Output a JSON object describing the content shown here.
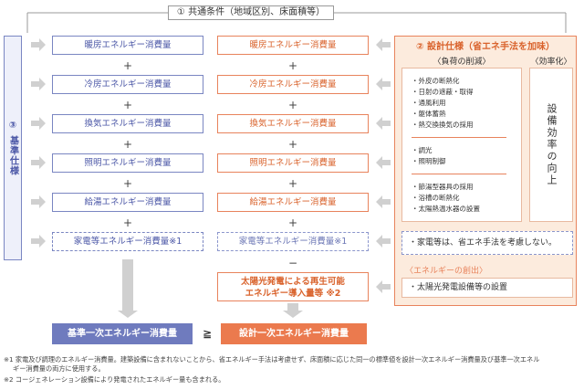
{
  "common_conditions": "① 共通条件（地域区別、床面積等）",
  "standard_spec_label": "③ 基準仕様",
  "design_spec": {
    "title": "② 設計仕様（省エネ手法を加味）",
    "load_reduction_header": "〈負荷の削減〉",
    "efficiency_header": "〈効率化〉",
    "load_items_group1": [
      "・外皮の断熱化",
      "・日射の遮蔽・取得",
      "・通風利用",
      "・躯体蓄熱",
      "・熱交換換気の採用"
    ],
    "load_items_group2": [
      "・調光",
      "・照明制御"
    ],
    "load_items_group3": [
      "・節湯型器具の採用",
      "・浴槽の断熱化",
      "・太陽熱温水器の設置"
    ],
    "efficiency_text": "設備効率の向上",
    "appliances_note": "・家電等は、省エネ手法を考慮しない。",
    "energy_creation_header": "〈エネルギーの創出〉",
    "energy_creation_item": "・太陽光発電設備等の設置"
  },
  "standard_column": {
    "items": [
      "暖房エネルギー消費量",
      "冷房エネルギー消費量",
      "換気エネルギー消費量",
      "照明エネルギー消費量",
      "給湯エネルギー消費量",
      "家電等エネルギー消費量※1"
    ],
    "total": "基準一次エネルギー消費量"
  },
  "design_column": {
    "items": [
      "暖房エネルギー消費量",
      "冷房エネルギー消費量",
      "換気エネルギー消費量",
      "照明エネルギー消費量",
      "給湯エネルギー消費量",
      "家電等エネルギー消費量※1"
    ],
    "solar_line1": "太陽光発電による再生可能",
    "solar_line2": "エネルギー導入量等 ※2",
    "total": "設計一次エネルギー消費量"
  },
  "operators": {
    "plus": "+",
    "minus": "−",
    "geq": "≧"
  },
  "notes": {
    "note1_line1": "※1 家電及び調理のエネルギー消費量。建築設備に含まれないことから、省エネルギー手法は考慮せず、床面積に応じた同一の標準値を設計一次エネルギー消費量及び基準一次エネル",
    "note1_line2": "ギー消費量の両方に使用する。",
    "note2": "※2 コージェネレーション設備により発電されたエネルギー量も含まれる。"
  },
  "colors": {
    "standard": "#6f7bbe",
    "design": "#eb7a4e",
    "arrow": "#d0d0d0"
  }
}
